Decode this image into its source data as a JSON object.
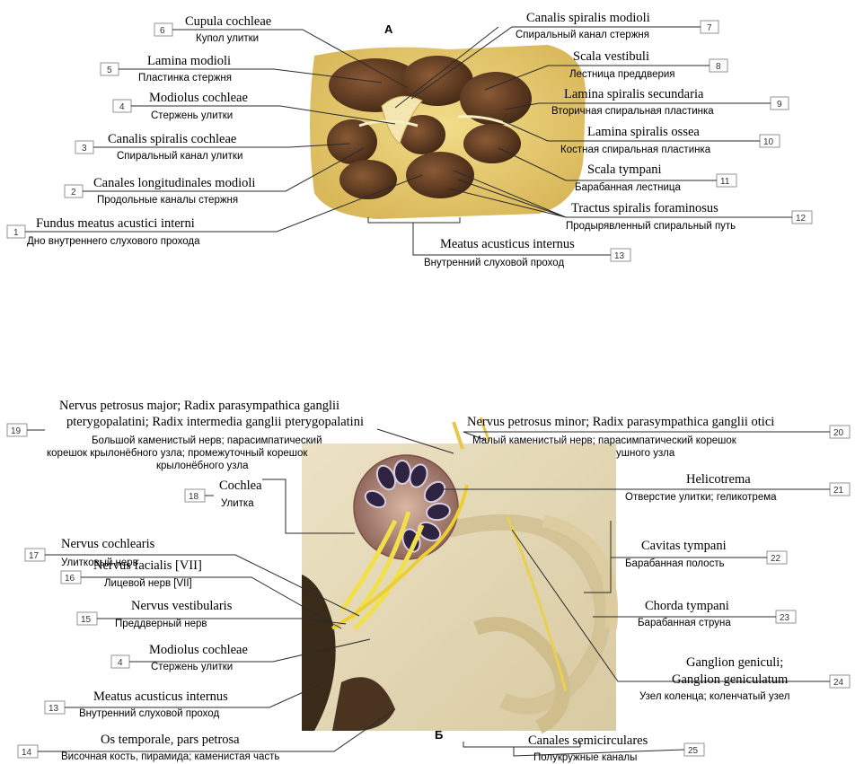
{
  "panel_a_letter": "А",
  "panel_b_letter": "Б",
  "labels": [
    {
      "num": "1",
      "latin": "Fundus meatus acustici interni",
      "russian": "Дно внутреннего слухового прохода"
    },
    {
      "num": "2",
      "latin": "Canales longitudinales modioli",
      "russian": "Продольные каналы стержня"
    },
    {
      "num": "3",
      "latin": "Canalis spiralis cochleae",
      "russian": "Спиральный канал улитки"
    },
    {
      "num": "4",
      "latin": "Modiolus cochleae",
      "russian": "Стержень улитки"
    },
    {
      "num": "5",
      "latin": "Lamina modioli",
      "russian": "Пластинка стержня"
    },
    {
      "num": "6",
      "latin": "Cupula cochleae",
      "russian": "Купол улитки"
    },
    {
      "num": "7",
      "latin": "Canalis spiralis modioli",
      "russian": "Спиральный канал стержня"
    },
    {
      "num": "8",
      "latin": "Scala vestibuli",
      "russian": "Лестница преддверия"
    },
    {
      "num": "9",
      "latin": "Lamina spiralis secundaria",
      "russian": "Вторичная спиральная пластинка"
    },
    {
      "num": "10",
      "latin": "Lamina spiralis ossea",
      "russian": "Костная спиральная пластинка"
    },
    {
      "num": "11",
      "latin": "Scala tympani",
      "russian": "Барабанная лестница"
    },
    {
      "num": "12",
      "latin": "Tractus spiralis foraminosus",
      "russian": "Продырявленный спиральный путь"
    },
    {
      "num": "13",
      "latin": "Meatus acusticus internus",
      "russian": "Внутренний слуховой проход"
    },
    {
      "num": "19",
      "latin1": "Nervus petrosus major; Radix parasympathica ganglii",
      "latin2": "pterygopalatini; Radix intermedia ganglii pterygopalatini",
      "russian1": "Большой каменистый нерв; парасимпатический",
      "russian2": "корешок крылонёбного узла; промежуточный корешок",
      "russian3": "крылонёбного узла"
    },
    {
      "num": "20",
      "latin": "Nervus petrosus minor; Radix parasympathica ganglii otici",
      "russian1": "Малый каменистый нерв; парасимпатический корешок",
      "russian2": "ушного узла"
    },
    {
      "num": "18",
      "latin": "Cochlea",
      "russian": "Улитка"
    },
    {
      "num": "21",
      "latin": "Helicotrema",
      "russian": "Отверстие улитки; геликотрема"
    },
    {
      "num": "17",
      "latin": "Nervus cochlearis",
      "russian": "Улитковый нерв"
    },
    {
      "num": "22",
      "latin": "Cavitas tympani",
      "russian": "Барабанная полость"
    },
    {
      "num": "16",
      "latin": "Nervus facialis [VII]",
      "russian": "Лицевой нерв [VII]"
    },
    {
      "num": "15",
      "latin": "Nervus vestibularis",
      "russian": "Преддверный нерв"
    },
    {
      "num": "23",
      "latin": "Chorda tympani",
      "russian": "Барабанная струна"
    },
    {
      "num": "4",
      "latin": "Modiolus cochleae",
      "russian": "Стержень улитки"
    },
    {
      "num": "24",
      "latin1": "Ganglion geniculi;",
      "latin2": "Ganglion geniculatum",
      "russian": "Узел коленца; коленчатый узел"
    },
    {
      "num": "13",
      "latin": "Meatus acusticus internus",
      "russian": "Внутренний слуховой проход"
    },
    {
      "num": "14",
      "latin": "Os temporale, pars petrosa",
      "russian": "Височная кость, пирамида; каменистая часть"
    },
    {
      "num": "25",
      "latin": "Canales semicirculares",
      "russian": "Полукружные каналы"
    }
  ]
}
